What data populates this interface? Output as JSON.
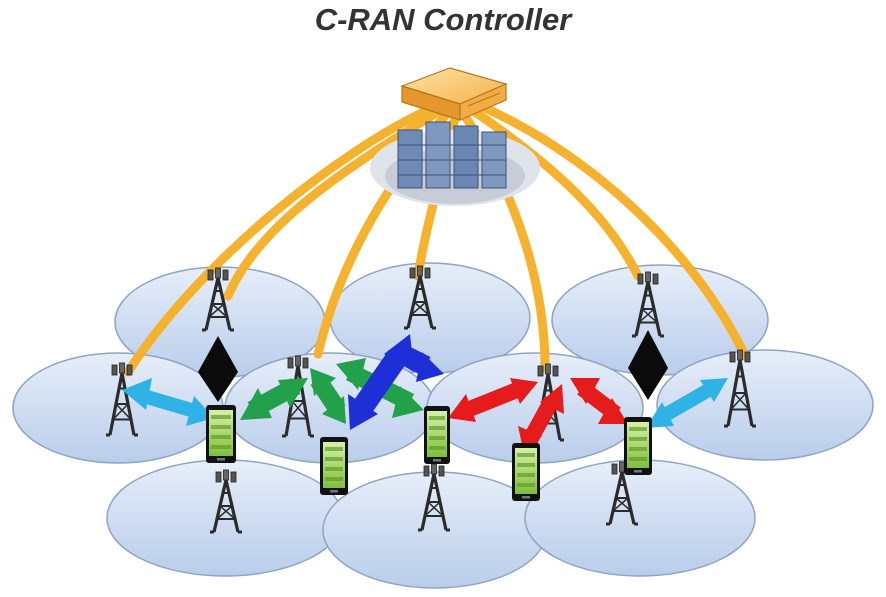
{
  "title": "C-RAN Controller",
  "colors": {
    "cell_fill": "#c9d9f0",
    "cell_stroke": "#9aaccb",
    "fronthaul": "#f5b22e",
    "controller": "#f3a53a",
    "server_cloud": "#d9dde4",
    "tower": "#2b2b2b",
    "phone_frame": "#111111",
    "phone_screen": "#9fd35a",
    "arrow_cyan": "#2fb3e6",
    "arrow_black": "#0b0b0b",
    "arrow_green": "#22a04a",
    "arrow_blue": "#1f2fd8",
    "arrow_red": "#e61b1b"
  },
  "icons": {
    "controller": "rack-server",
    "datacenter": "server-cluster",
    "tower": "cell-tower",
    "phone": "mobile-phone"
  }
}
